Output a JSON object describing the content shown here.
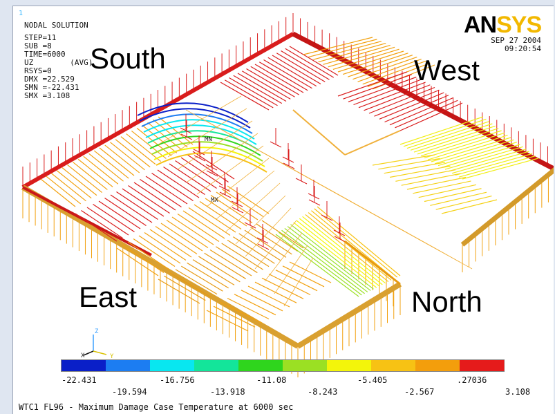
{
  "window": {
    "number": "1"
  },
  "header": {
    "title": "NODAL SOLUTION",
    "lines": [
      "STEP=11",
      "SUB =8",
      "TIME=6000",
      "UZ        (AVG)",
      "RSYS=0",
      "DMX =22.529",
      "SMN =-22.431",
      "SMX =3.108"
    ],
    "date": "SEP 27 2004",
    "time": "09:20:54"
  },
  "logo": {
    "part1": "AN",
    "part2": "SYS"
  },
  "directions": {
    "south": "South",
    "west": "West",
    "east": "East",
    "north": "North"
  },
  "markers": {
    "mn": "MN",
    "mx": "MX"
  },
  "triad": {
    "z": "Z",
    "x": "X",
    "y": "Y"
  },
  "legend": {
    "colors": [
      "#0a1fc8",
      "#1c7df2",
      "#08e7f0",
      "#13e59a",
      "#2fd51d",
      "#9be023",
      "#f3f50a",
      "#f7c214",
      "#f39e0c",
      "#e51b1b"
    ],
    "labels_top": [
      "-22.431",
      "-16.756",
      "-11.08",
      "-5.405",
      ".27036"
    ],
    "labels_bottom": [
      "-19.594",
      "-13.918",
      "-8.243",
      "-2.567",
      "3.108"
    ]
  },
  "caption": "WTC1 FL96 - Maximum Damage Case Temperature at 6000 sec"
}
